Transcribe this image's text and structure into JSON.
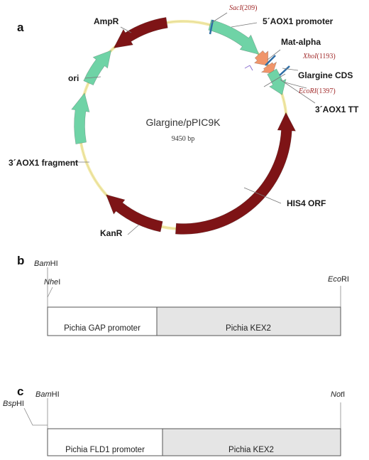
{
  "panels": {
    "a": "a",
    "b": "b",
    "c": "c"
  },
  "plasmid": {
    "name": "Glargine/pPIC9K",
    "size": "9450 bp",
    "features": {
      "aox1_promoter": "5´AOX1 promoter",
      "mat_alpha": "Mat-alpha",
      "glargine_cds": "Glargine CDS",
      "aox1_tt": "3´AOX1 TT",
      "his4_orf": "HIS4 ORF",
      "kanr": "KanR",
      "aox1_fragment": "3´AOX1 fragment",
      "ori": "ori",
      "ampr": "AmpR"
    },
    "sites": {
      "sacI": {
        "enzyme": "SacI",
        "position": "(209)"
      },
      "xhoI": {
        "enzyme": "XhoI",
        "position": "(1193)"
      },
      "ecoRI": {
        "enzyme": "EcoRI",
        "position": "(1397)"
      }
    },
    "colors": {
      "backbone": "#f3eaa8",
      "teal": "#6fd3a6",
      "maroon": "#7e1416",
      "orange": "#f0956a",
      "site_line": "#2f6ea6",
      "site_text": "#a12a2a"
    }
  },
  "construct_b": {
    "sites": {
      "bamhi": {
        "italic": "Bam",
        "plain": "HI"
      },
      "nhei": {
        "italic": "Nhe",
        "plain": "I"
      },
      "ecori": {
        "italic": "Eco",
        "plain": "RI"
      }
    },
    "segments": [
      "Pichia GAP promoter",
      "Pichia KEX2"
    ]
  },
  "construct_c": {
    "sites": {
      "bamhi": {
        "italic": "Bam",
        "plain": "HI"
      },
      "bsphi": {
        "italic": "Bsp",
        "plain": "HI"
      },
      "noti": {
        "italic": "Not",
        "plain": "I"
      }
    },
    "segments": [
      "Pichia FLD1 promoter",
      "Pichia KEX2"
    ]
  }
}
